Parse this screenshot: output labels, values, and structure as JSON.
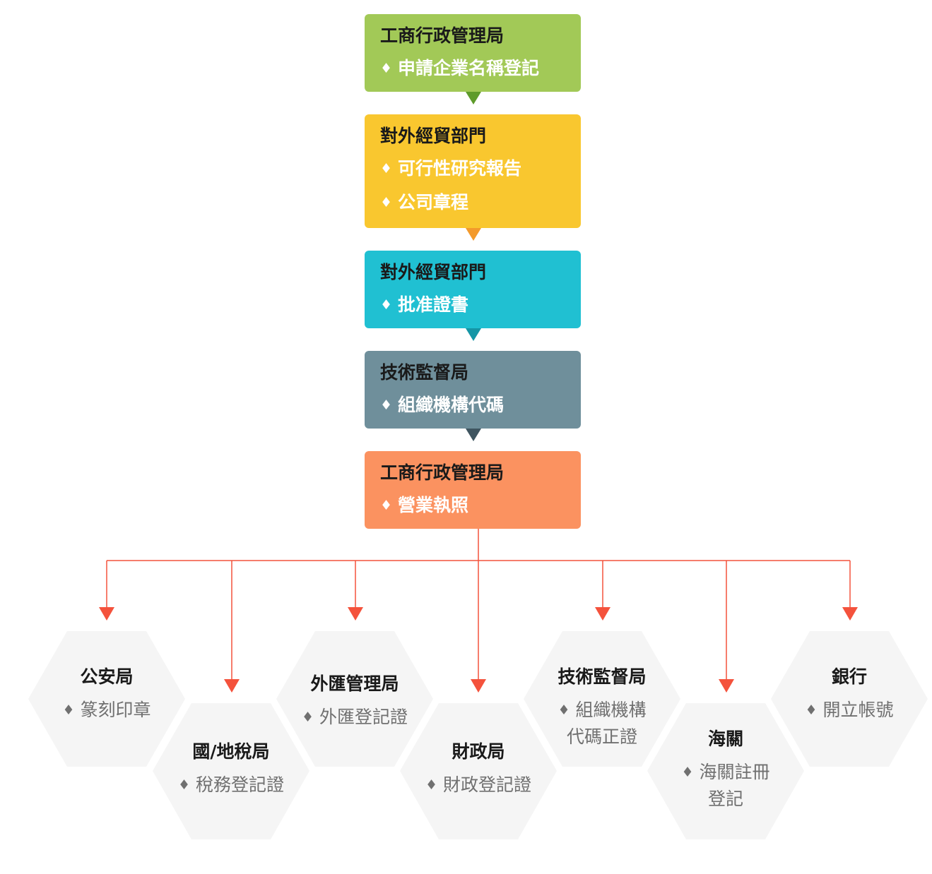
{
  "steps": [
    {
      "title": "工商行政管理局",
      "items": [
        "申請企業名稱登記"
      ],
      "color": "#a2c957",
      "arrow_color": "#5e9b2b"
    },
    {
      "title": "對外經貿部門",
      "items": [
        "可行性研究報告",
        "公司章程"
      ],
      "color": "#f9c72f",
      "arrow_color": "#f39a2c"
    },
    {
      "title": "對外經貿部門",
      "items": [
        "批准證書"
      ],
      "color": "#20c0d2",
      "arrow_color": "#1596a6"
    },
    {
      "title": "技術監督局",
      "items": [
        "組織機構代碼"
      ],
      "color": "#6f8f9b",
      "arrow_color": "#3f5560"
    },
    {
      "title": "工商行政管理局",
      "items": [
        "營業執照"
      ],
      "color": "#fb9260"
    }
  ],
  "branches": [
    {
      "title": "公安局",
      "lines": [
        "篆刻印章"
      ]
    },
    {
      "title": "國/地稅局",
      "lines": [
        "稅務登記證"
      ]
    },
    {
      "title": "外匯管理局",
      "lines": [
        "外匯登記證"
      ]
    },
    {
      "title": "財政局",
      "lines": [
        "財政登記證"
      ]
    },
    {
      "title": "技術監督局",
      "lines": [
        "組織機構",
        "代碼正證"
      ]
    },
    {
      "title": "海關",
      "lines": [
        "海關註冊",
        "登記"
      ]
    },
    {
      "title": "銀行",
      "lines": [
        "開立帳號"
      ]
    }
  ],
  "colors": {
    "connector": "#f4523c",
    "hexagon": "#f5f5f5"
  }
}
